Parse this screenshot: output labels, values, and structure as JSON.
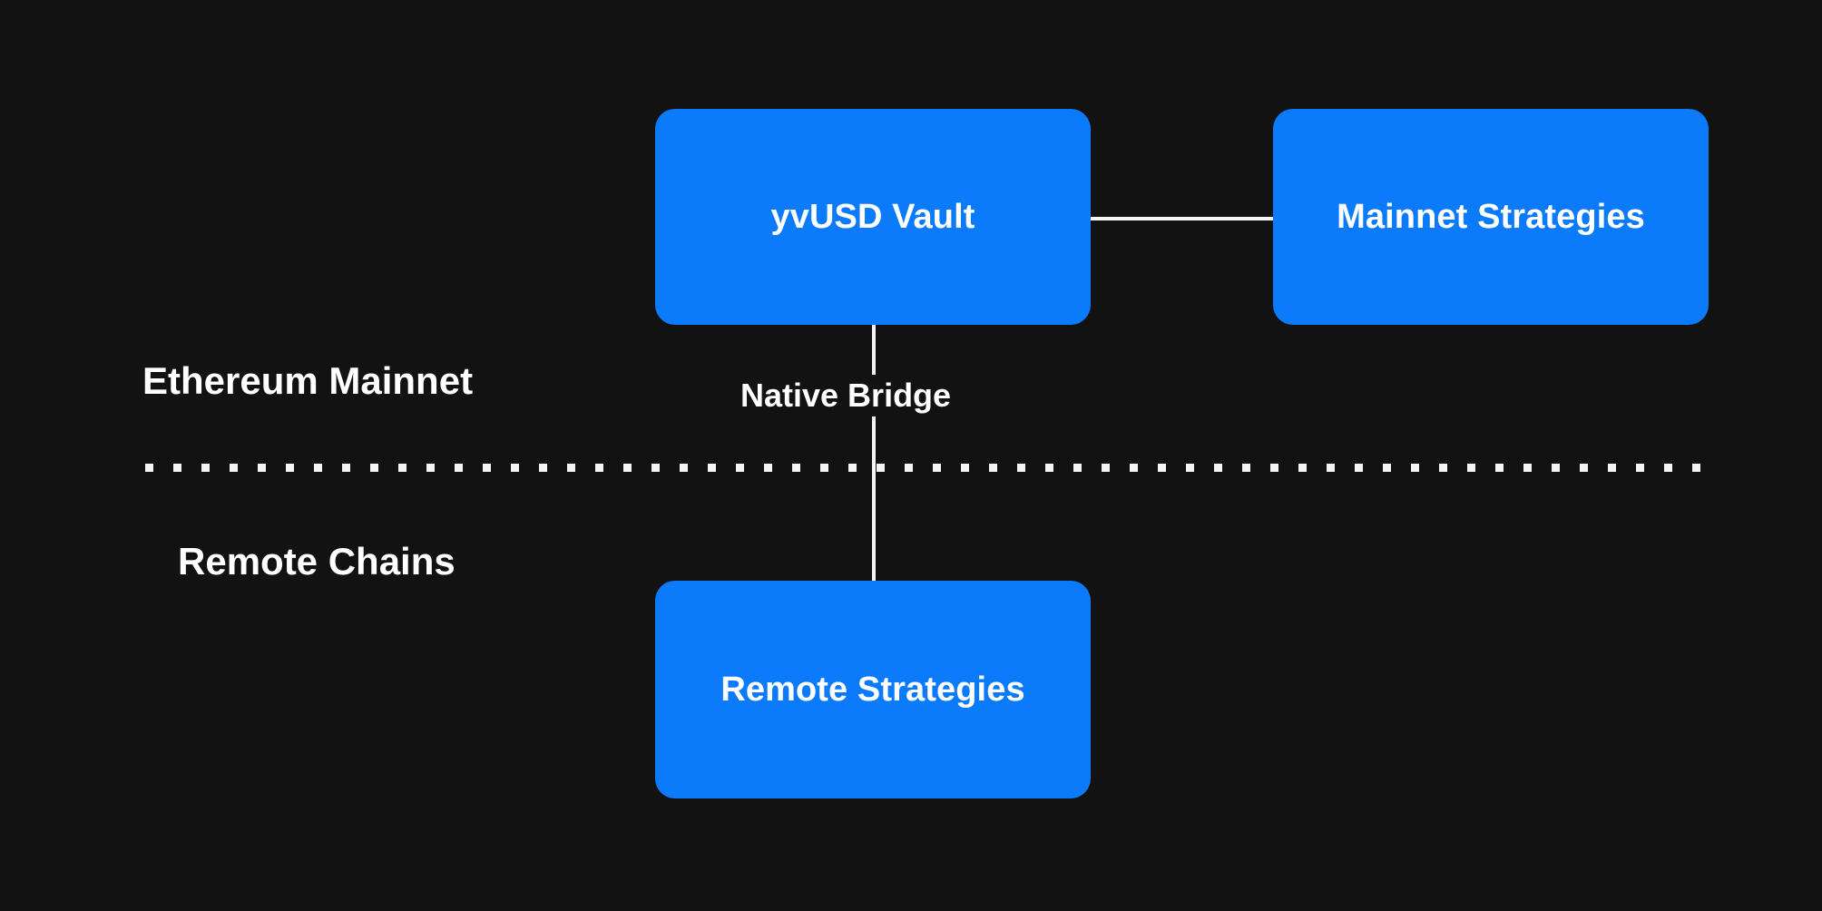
{
  "diagram": {
    "type": "flowchart",
    "background_color": "#121212",
    "node_color": "#0b7bfb",
    "edge_color": "#f5f5f5",
    "text_color": "#ffffff",
    "regions": [
      {
        "id": "ethereum-mainnet",
        "title": "Ethereum Mainnet",
        "nodes": [
          "yvusd-vault",
          "mainnet-strategies"
        ]
      },
      {
        "id": "remote-chains",
        "title": "Remote Chains",
        "nodes": [
          "remote-strategies"
        ]
      }
    ],
    "nodes": [
      {
        "id": "yvusd-vault",
        "label": "yvUSD Vault",
        "region": "ethereum-mainnet"
      },
      {
        "id": "mainnet-strategies",
        "label": "Mainnet Strategies",
        "region": "ethereum-mainnet"
      },
      {
        "id": "remote-strategies",
        "label": "Remote Strategies",
        "region": "remote-chains"
      }
    ],
    "edges": [
      {
        "id": "vault-to-mainnet",
        "from": "yvusd-vault",
        "to": "mainnet-strategies",
        "label": "",
        "orientation": "horizontal"
      },
      {
        "id": "vault-to-remote",
        "from": "yvusd-vault",
        "to": "remote-strategies",
        "label": "Native Bridge",
        "orientation": "vertical"
      }
    ],
    "divider": {
      "id": "subgraph-divider",
      "style": "dotted",
      "separates": [
        "ethereum-mainnet",
        "remote-chains"
      ]
    }
  }
}
